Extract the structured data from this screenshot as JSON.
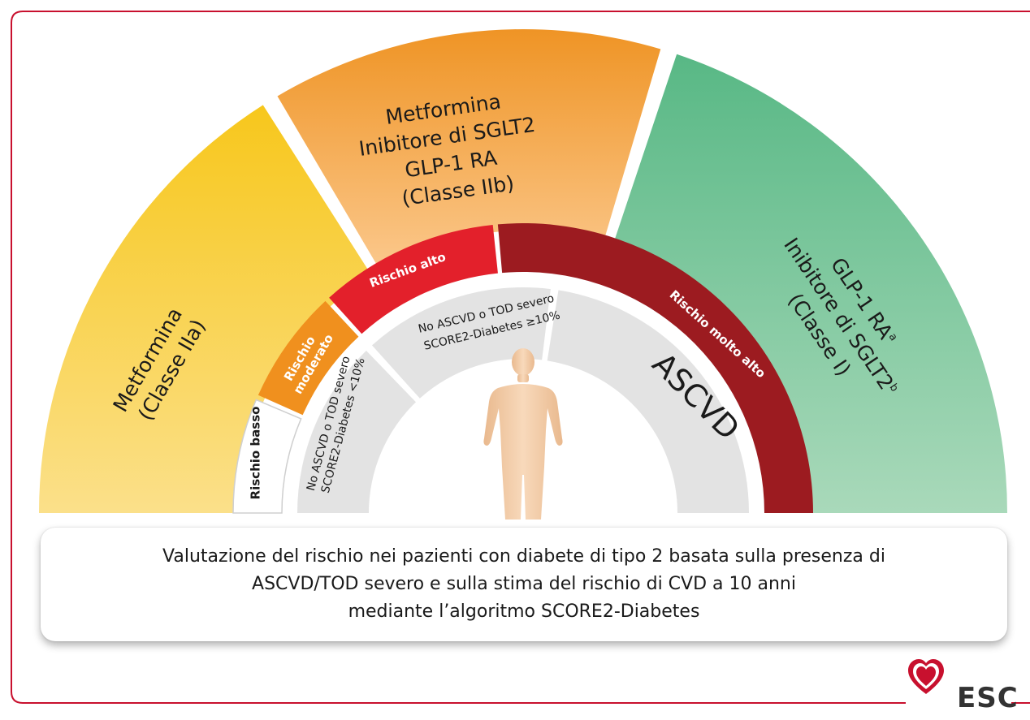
{
  "treatments": {
    "yellow": {
      "lines": [
        "Metformina",
        "(Classe IIa)"
      ]
    },
    "orange": {
      "lines": [
        "Metformina",
        "Inibitore di SGLT2",
        "GLP-1 RA",
        "(Classe IIb)"
      ]
    },
    "green": {
      "line1": "GLP-1 RA",
      "line1_sup": "a",
      "line2": "Inibitore di SGLT2",
      "line2_sup": "b",
      "line3": "(Classe I)"
    }
  },
  "risk_categories": {
    "low": "Rischio basso",
    "moderate": [
      "Rischio",
      "moderato"
    ],
    "high": "Rischio alto",
    "very_high": "Rischio molto alto"
  },
  "criteria": {
    "moderate": [
      "No ASCVD o TOD severo",
      "SCORE2-Diabetes <10%"
    ],
    "high": [
      "No ASCVD o TOD severo",
      "SCORE2-Diabetes ≥10%"
    ],
    "very_high": "ASCVD"
  },
  "caption": {
    "lines": [
      "Valutazione del rischio nei pazienti con diabete di tipo 2 basata sulla presenza di",
      "ASCVD/TOD severo e sulla stima del rischio di CVD a 10 anni",
      "mediante l’algoritmo SCORE2-Diabetes"
    ]
  },
  "logo": {
    "text": "ESC"
  },
  "colors": {
    "frame": "#c8102e",
    "yellow_top": "#f7c71c",
    "yellow_bottom": "#fbe08a",
    "orange_top": "#ef9425",
    "orange_bottom": "#fbc88c",
    "green_top": "#58b885",
    "green_bottom": "#a9d9ba",
    "low_risk": "#ffffff",
    "moderate_risk": "#f0901e",
    "high_risk": "#e3202b",
    "very_high_risk": "#9c1b20",
    "criteria_band": "#e3e3e3",
    "body": "#f4cda7"
  }
}
